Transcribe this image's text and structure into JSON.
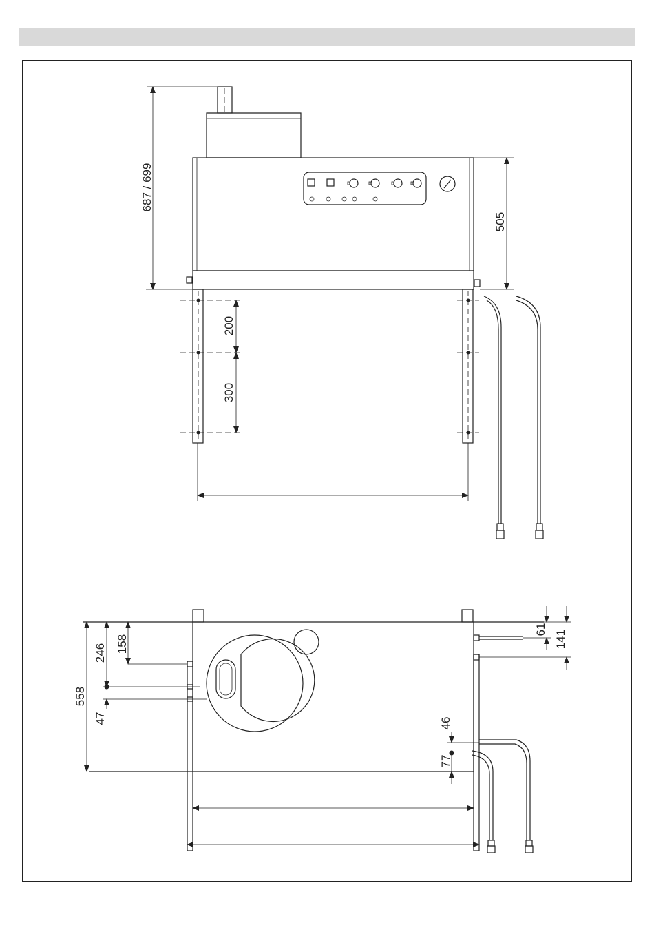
{
  "front_view": {
    "dim_total_height": "687 / 699",
    "dim_body_height": "505",
    "dim_upper_spacing": "200",
    "dim_lower_spacing": "300"
  },
  "top_view": {
    "dim_558": "558",
    "dim_246": "246",
    "dim_158": "158",
    "dim_47": "47",
    "dim_61": "61",
    "dim_141": "141",
    "dim_46": "46",
    "dim_77": "77"
  }
}
